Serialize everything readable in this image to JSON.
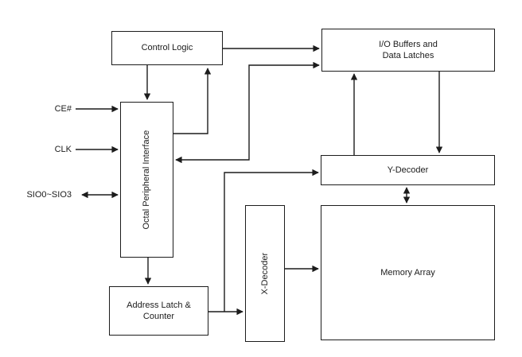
{
  "diagram": {
    "type": "block-diagram",
    "description": "Memory device functional block diagram",
    "colors": {
      "background": "#ffffff",
      "line": "#1c1c1c",
      "text": "#1c1c1c",
      "block_fill": "#ffffff"
    },
    "blocks": {
      "control_logic": {
        "label": "Control Logic"
      },
      "io_buffers": {
        "label": "I/O Buffers and\nData Latches"
      },
      "octal_peripheral_interface": {
        "label": "Octal Peripheral Interface"
      },
      "y_decoder": {
        "label": "Y-Decoder"
      },
      "x_decoder": {
        "label": "X-Decoder"
      },
      "memory_array": {
        "label": "Memory Array"
      },
      "address_latch_counter": {
        "label": "Address Latch &\nCounter"
      }
    },
    "signals": {
      "ce": {
        "label": "CE#",
        "direction": "input"
      },
      "clk": {
        "label": "CLK",
        "direction": "input"
      },
      "sio": {
        "label": "SIO0~SIO3",
        "direction": "bidirectional"
      }
    },
    "connections": [
      {
        "from": "CE#",
        "to": "octal_peripheral_interface",
        "type": "arrow"
      },
      {
        "from": "CLK",
        "to": "octal_peripheral_interface",
        "type": "arrow"
      },
      {
        "from": "SIO0~SIO3",
        "to": "octal_peripheral_interface",
        "type": "double-arrow"
      },
      {
        "from": "control_logic",
        "to": "octal_peripheral_interface",
        "type": "arrow"
      },
      {
        "from": "octal_peripheral_interface",
        "to": "control_logic",
        "type": "arrow"
      },
      {
        "from": "control_logic",
        "to": "io_buffers",
        "type": "arrow"
      },
      {
        "from": "octal_peripheral_interface",
        "to": "io_buffers",
        "type": "double-arrow"
      },
      {
        "from": "octal_peripheral_interface",
        "to": "address_latch_counter",
        "type": "arrow"
      },
      {
        "from": "address_latch_counter",
        "to": "x_decoder",
        "type": "arrow"
      },
      {
        "from": "address_latch_counter",
        "to": "y_decoder",
        "type": "arrow"
      },
      {
        "from": "y_decoder",
        "to": "io_buffers",
        "type": "arrow"
      },
      {
        "from": "io_buffers",
        "to": "y_decoder",
        "type": "arrow"
      },
      {
        "from": "y_decoder",
        "to": "memory_array",
        "type": "double-arrow"
      },
      {
        "from": "x_decoder",
        "to": "memory_array",
        "type": "arrow"
      }
    ]
  }
}
